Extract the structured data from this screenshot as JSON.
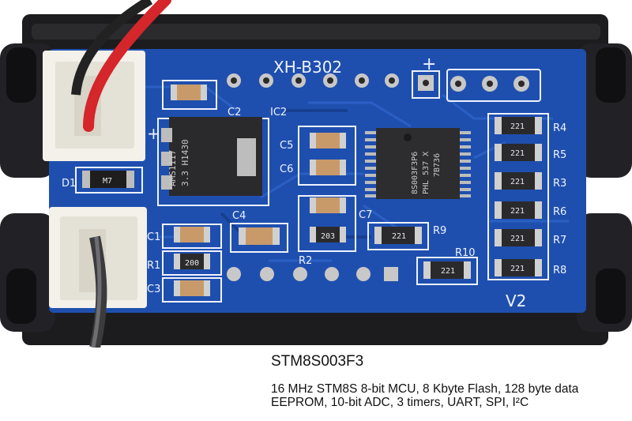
{
  "board": {
    "connector_label": "XH-B302",
    "plus_sign": "+",
    "polarity_plus": "+",
    "designators": {
      "c2": "C2",
      "ic2": "IC2",
      "c5": "C5",
      "c6": "C6",
      "c7": "C7",
      "c4": "C4",
      "c1": "C1",
      "r1": "R1",
      "c3": "C3",
      "d1": "D1",
      "r2": "R2",
      "r9": "R9",
      "r10": "R10",
      "r4": "R4",
      "r5": "R5",
      "r3": "R3",
      "r6": "R6",
      "r7": "R7",
      "r8": "R8",
      "v2": "V2"
    },
    "regulator_text": [
      "AMS1117",
      "3.3 H1430"
    ],
    "mcu_text": [
      "8S003F3P6",
      "PHL 537 X"
    ],
    "mcu_code": "7B736",
    "resistor_codes": [
      "221",
      "221",
      "221",
      "221",
      "221",
      "221",
      "221",
      "221"
    ],
    "cap_code_c7": "203",
    "res_code_r1": "200",
    "diode_mark": "M7"
  },
  "caption": {
    "title": "STM8S003F3",
    "line1": "16 MHz STM8S 8-bit MCU, 8 Kbyte Flash, 128 byte data",
    "line2": "EEPROM, 10-bit ADC, 3 timers, UART, SPI, I²C"
  },
  "colors": {
    "pcb": "#1f4fae",
    "pcb_dark": "#173f91",
    "silkscreen": "#eef3ff",
    "enclosure": "#1c1c1e",
    "wire_red": "#d4262b"
  }
}
